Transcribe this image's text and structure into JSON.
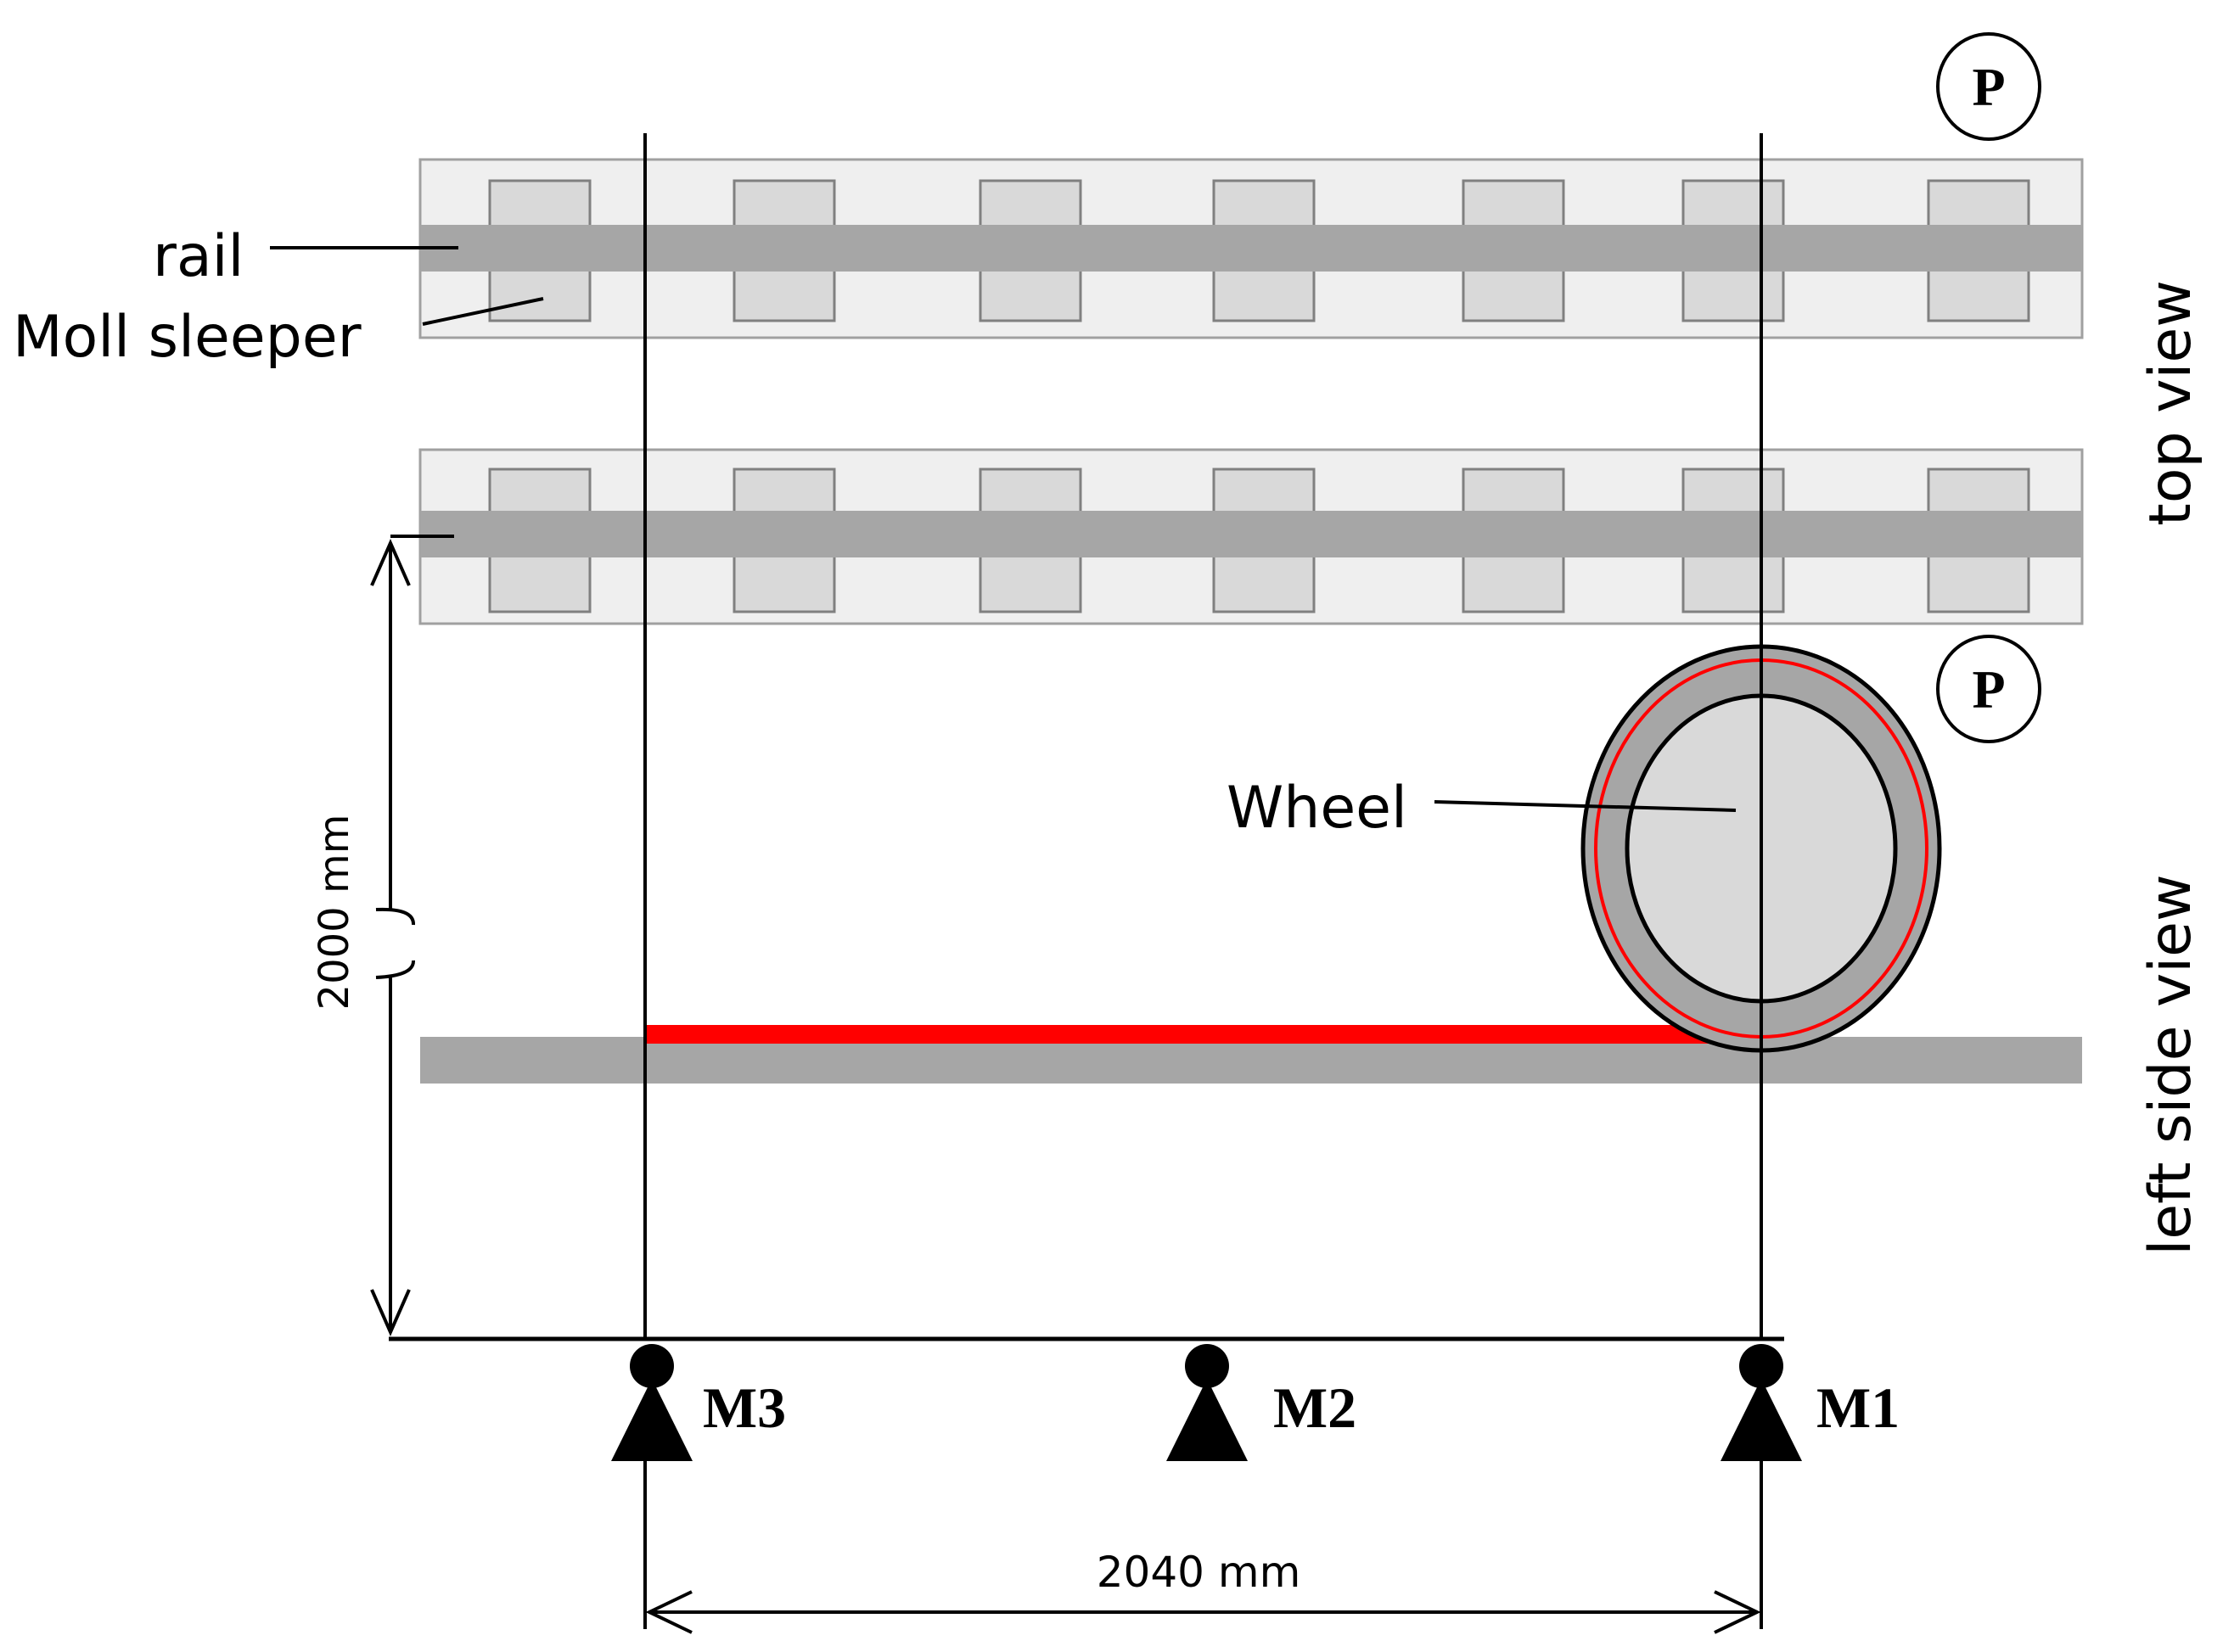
{
  "labels": {
    "rail": "rail",
    "moll_sleeper": "Moll sleeper",
    "wheel": "Wheel",
    "top_view": "top view",
    "left_side_view": "left side view",
    "height_dim": "2000 mm",
    "spacing_dim": "2040 mm",
    "p_marker": "P"
  },
  "microphones": [
    {
      "label": "M1"
    },
    {
      "label": "M2"
    },
    {
      "label": "M3"
    }
  ],
  "colors": {
    "rail": "#a6a6a6",
    "sleeper_band": "#efefef",
    "sleeper_block": "#d9d9d9",
    "wheel_tyre": "#a6a6a6",
    "wheel_disc": "#d9d9d9",
    "highlight": "#ff0000",
    "line": "#000000"
  }
}
